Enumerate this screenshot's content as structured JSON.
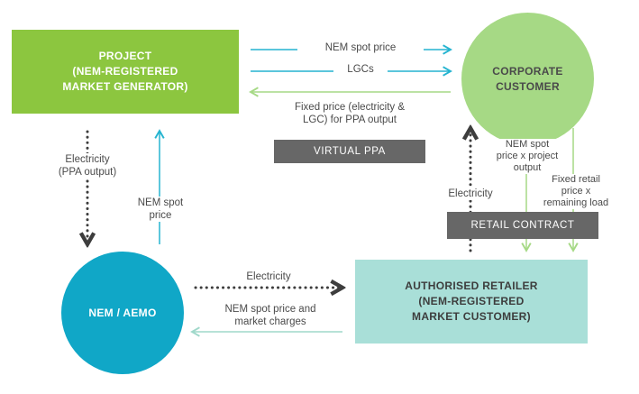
{
  "colors": {
    "project_green": "#8cc63f",
    "corporate_green": "#a6d985",
    "nem_blue": "#10a7c7",
    "retailer_teal": "#a9dfd8",
    "arrow_teal": "#25b4d0",
    "arrow_light": "#a6d985",
    "arrow_pale": "#9fd8ca",
    "dotted_dark": "#3d3d3d",
    "tag_gray": "#676767"
  },
  "nodes": {
    "project": "PROJECT\n(NEM-REGISTERED\nMARKET GENERATOR)",
    "corporate": "CORPORATE\nCUSTOMER",
    "nem": "NEM / AEMO",
    "retailer": "AUTHORISED RETAILER\n(NEM-REGISTERED\nMARKET CUSTOMER)"
  },
  "tags": {
    "virtual_ppa": "VIRTUAL PPA",
    "retail_contract": "RETAIL CONTRACT"
  },
  "flows": {
    "nem_spot_price_top": "NEM spot price",
    "lgcs": "LGCs",
    "fixed_price": "Fixed price (electricity &\nLGC) for PPA output",
    "electricity_ppa": "Electricity\n(PPA output)",
    "nem_spot_price_left": "NEM spot\nprice",
    "electricity_right": "Electricity",
    "nem_spot_price_project": "NEM spot\nprice x project\noutput",
    "fixed_retail": "Fixed retail\nprice x\nremaining load",
    "electricity_bottom": "Electricity",
    "spot_market_charges": "NEM spot price and\nmarket charges"
  }
}
